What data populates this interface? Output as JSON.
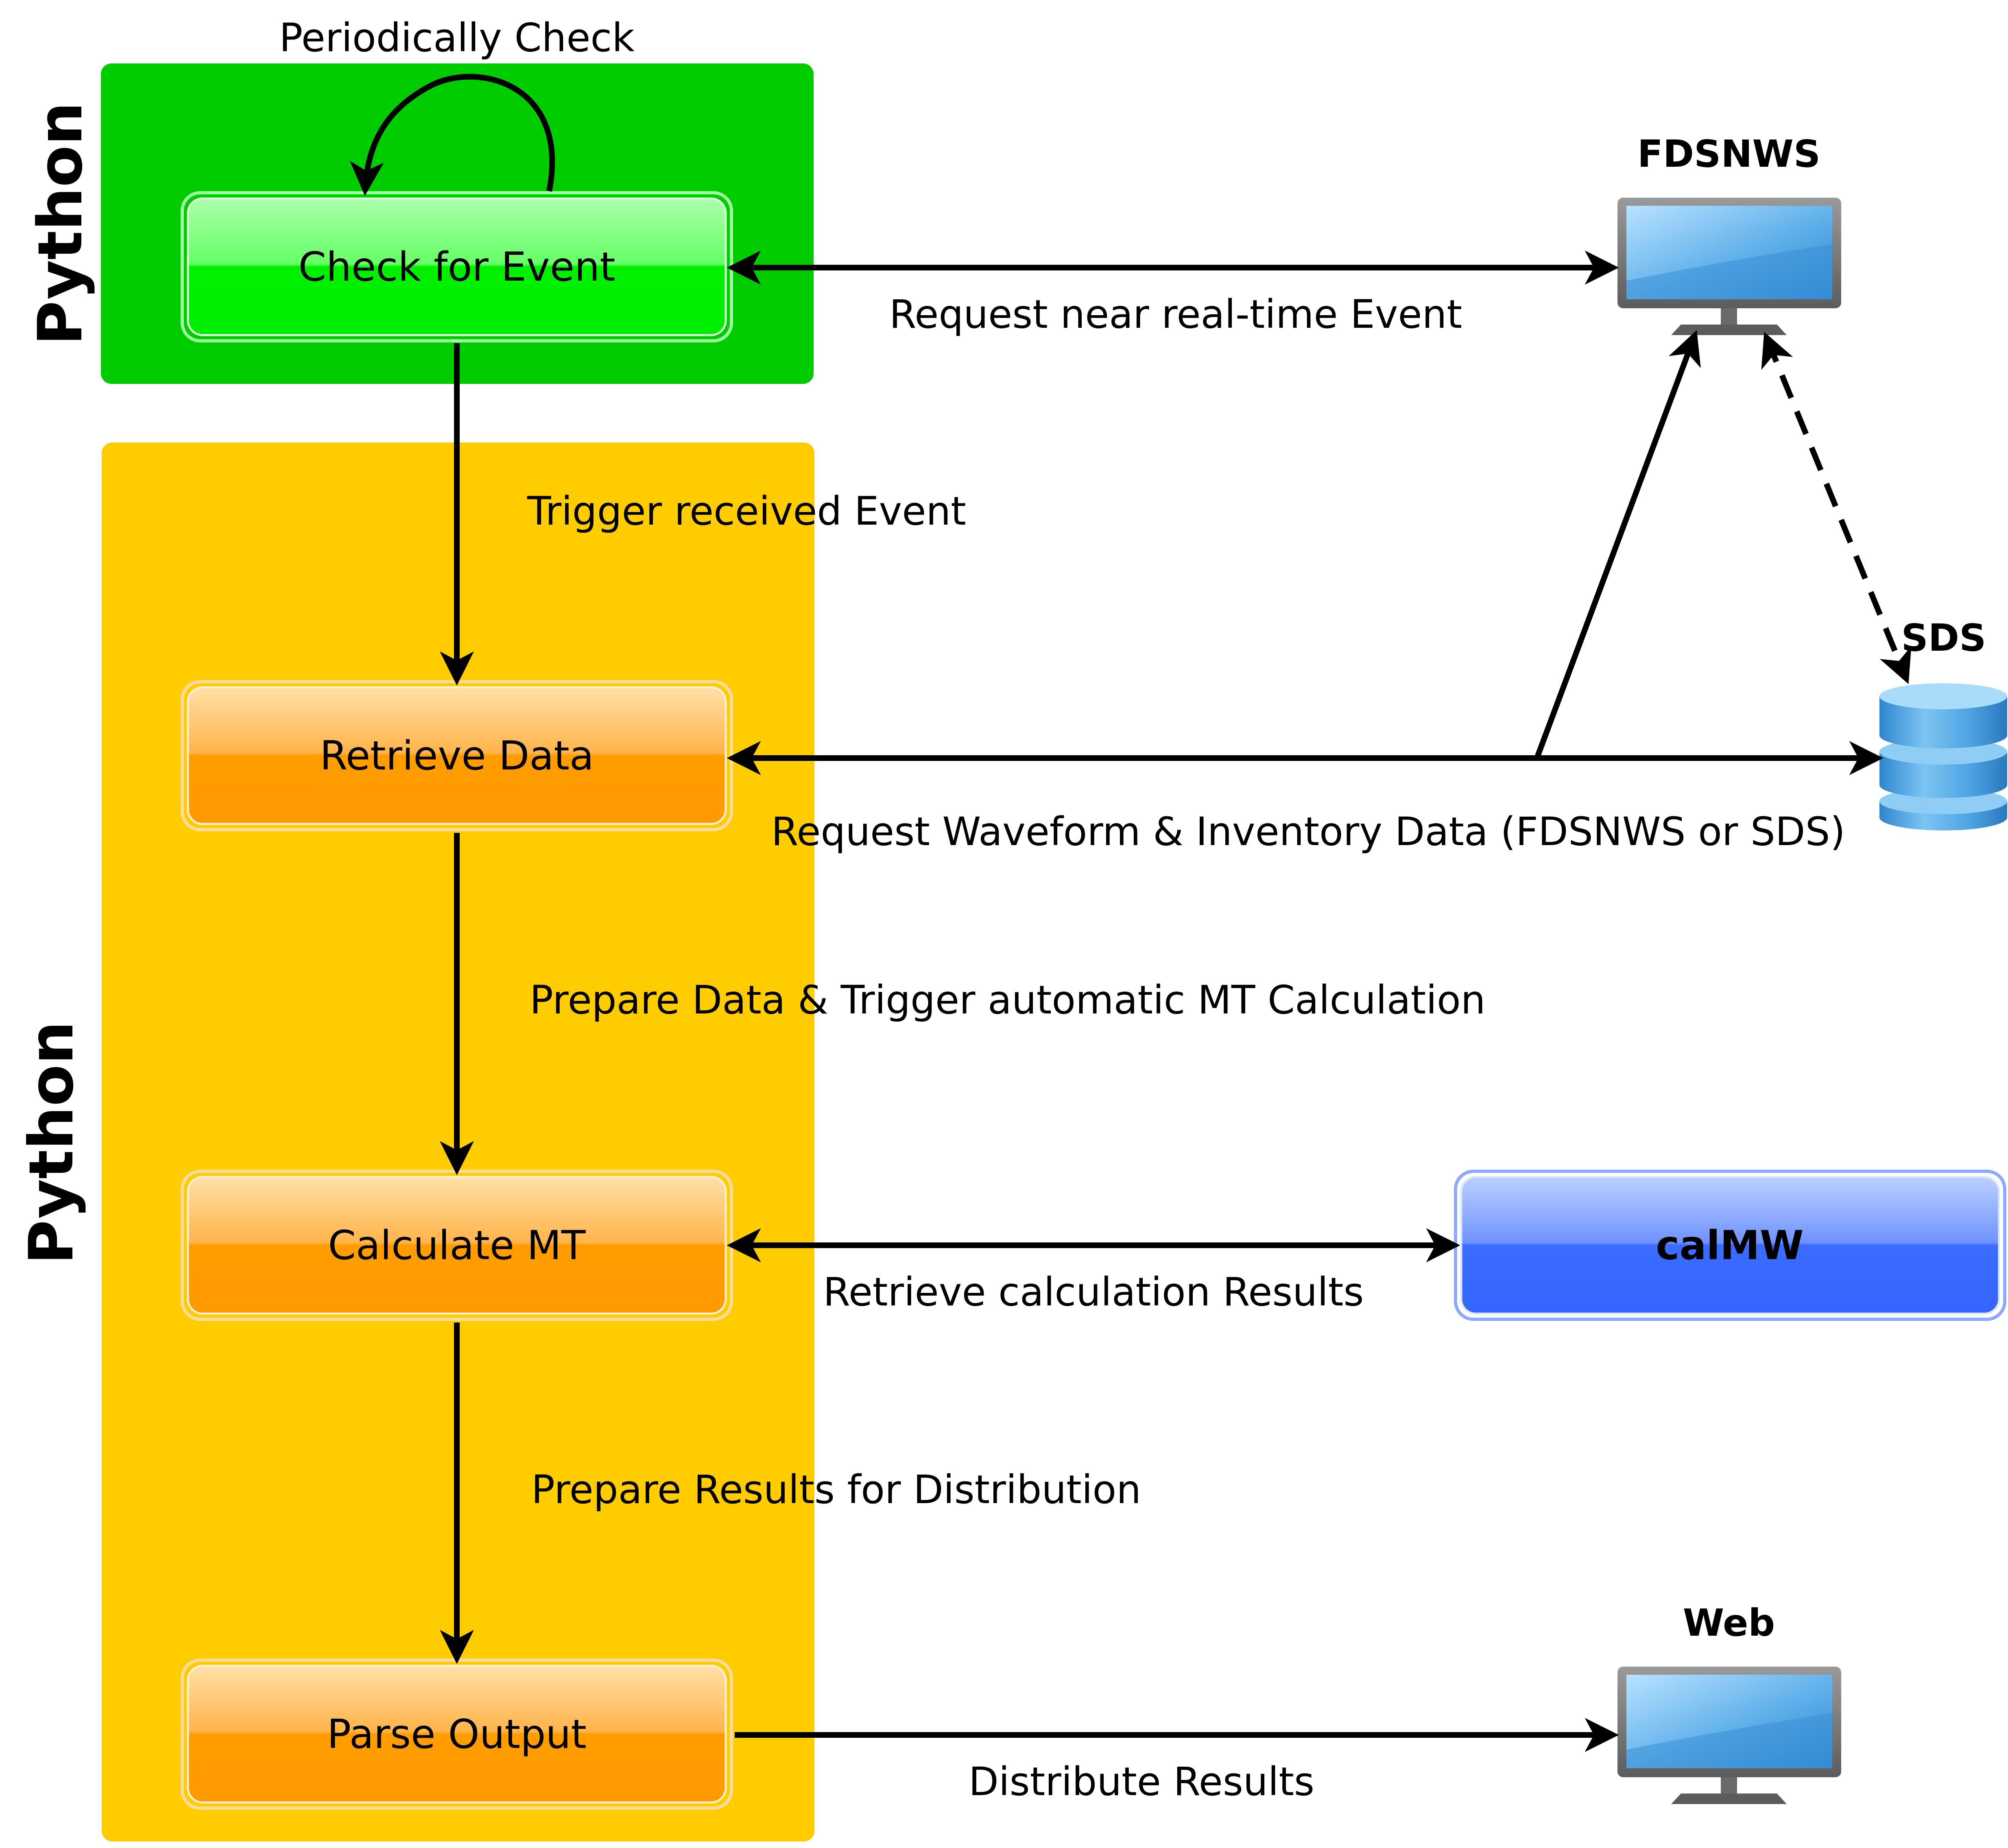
{
  "lanes": {
    "top": {
      "label": "Python",
      "color": "#00cc00"
    },
    "bottom": {
      "label": "Python",
      "color": "#ffcc00"
    }
  },
  "nodes": {
    "check_event": {
      "label": "Check for Event"
    },
    "retrieve_data": {
      "label": "Retrieve Data"
    },
    "calculate_mt": {
      "label": "Calculate MT"
    },
    "parse_output": {
      "label": "Parse Output"
    },
    "calmw": {
      "label": "calMW"
    }
  },
  "resources": {
    "fdsnws": {
      "label": "FDSNWS",
      "icon": "monitor-icon"
    },
    "sds": {
      "label": "SDS",
      "icon": "database-icon"
    },
    "web": {
      "label": "Web",
      "icon": "monitor-icon"
    }
  },
  "edges": {
    "periodic": "Periodically Check",
    "request_event": "Request near real-time Event",
    "trigger": "Trigger received Event",
    "request_waveform": "Request Waveform & Inventory Data (FDSNWS or SDS)",
    "prepare_data": "Prepare Data & Trigger automatic MT Calculation",
    "retrieve_results": "Retrieve calculation Results",
    "prepare_results": "Prepare Results for Distribution",
    "distribute": "Distribute Results"
  },
  "colors": {
    "green_lane": "#00cc00",
    "yellow_lane": "#ffcc00",
    "green_node": "#00ee00",
    "orange_node": "#ff9900",
    "blue_node": "#3366ff"
  }
}
